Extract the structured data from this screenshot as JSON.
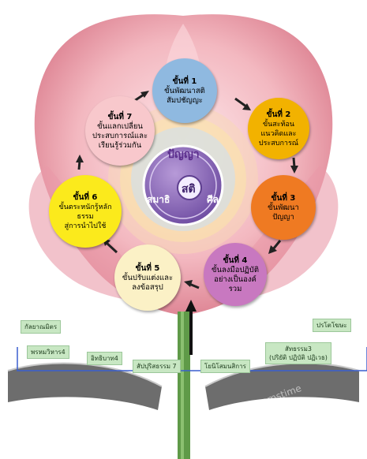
{
  "steps": [
    {
      "num": "ขั้นที่ 1",
      "desc": "ขั้นพัฒนาสติ\nสัมปชัญญะ",
      "color": "#8fb9e0"
    },
    {
      "num": "ขั้นที่ 2",
      "desc": "ขั้นสะท้อนแนวคิดและ\nประสบการณ์",
      "color": "#f2b200"
    },
    {
      "num": "ขั้นที่ 3",
      "desc": "ขั้นพัฒนาปัญญา",
      "color": "#ef7a22"
    },
    {
      "num": "ขั้นที่ 4",
      "desc": "ขั้นลงมือปฏิบัติ\nอย่างเป็นองค์รวม",
      "color": "#c878c0"
    },
    {
      "num": "ขั้นที่ 5",
      "desc": "ขั้นปรับแต่งและ\nลงข้อสรุป",
      "color": "#fbf1c6"
    },
    {
      "num": "ขั้นที่ 6",
      "desc": "ขั้นตระหนักรู้หลักธรรม\nสู่การนำไปใช้",
      "color": "#fbea1c"
    },
    {
      "num": "ขั้นที่ 7",
      "desc": "ขั้นแลกเปลี่ยน\nประสบการณ์และ\nเรียนรู้ร่วมกัน",
      "color": "#f8c8cc"
    }
  ],
  "core": {
    "top": "ปัญญา",
    "left": "สมาธิ",
    "center": "สติ",
    "right": "ศีล"
  },
  "tags": [
    "กัลยาณมิตร",
    "พรหมวิหาร4",
    "อิทธิบาท4",
    "สัปปุริสธรรม 7",
    "โยนิโสมนสิการ",
    "สัทธรรม3\n(ปริยัติ ปฏิบัติ ปฏิเวธ)",
    "ปรโตโฆษะ"
  ],
  "watermark": "dreamstime",
  "colors": {
    "petal": "#f3b5bd",
    "stem": "#5f9a48",
    "tag_bg": "#c8e7c3",
    "core_ring": "#8b6ab8"
  }
}
